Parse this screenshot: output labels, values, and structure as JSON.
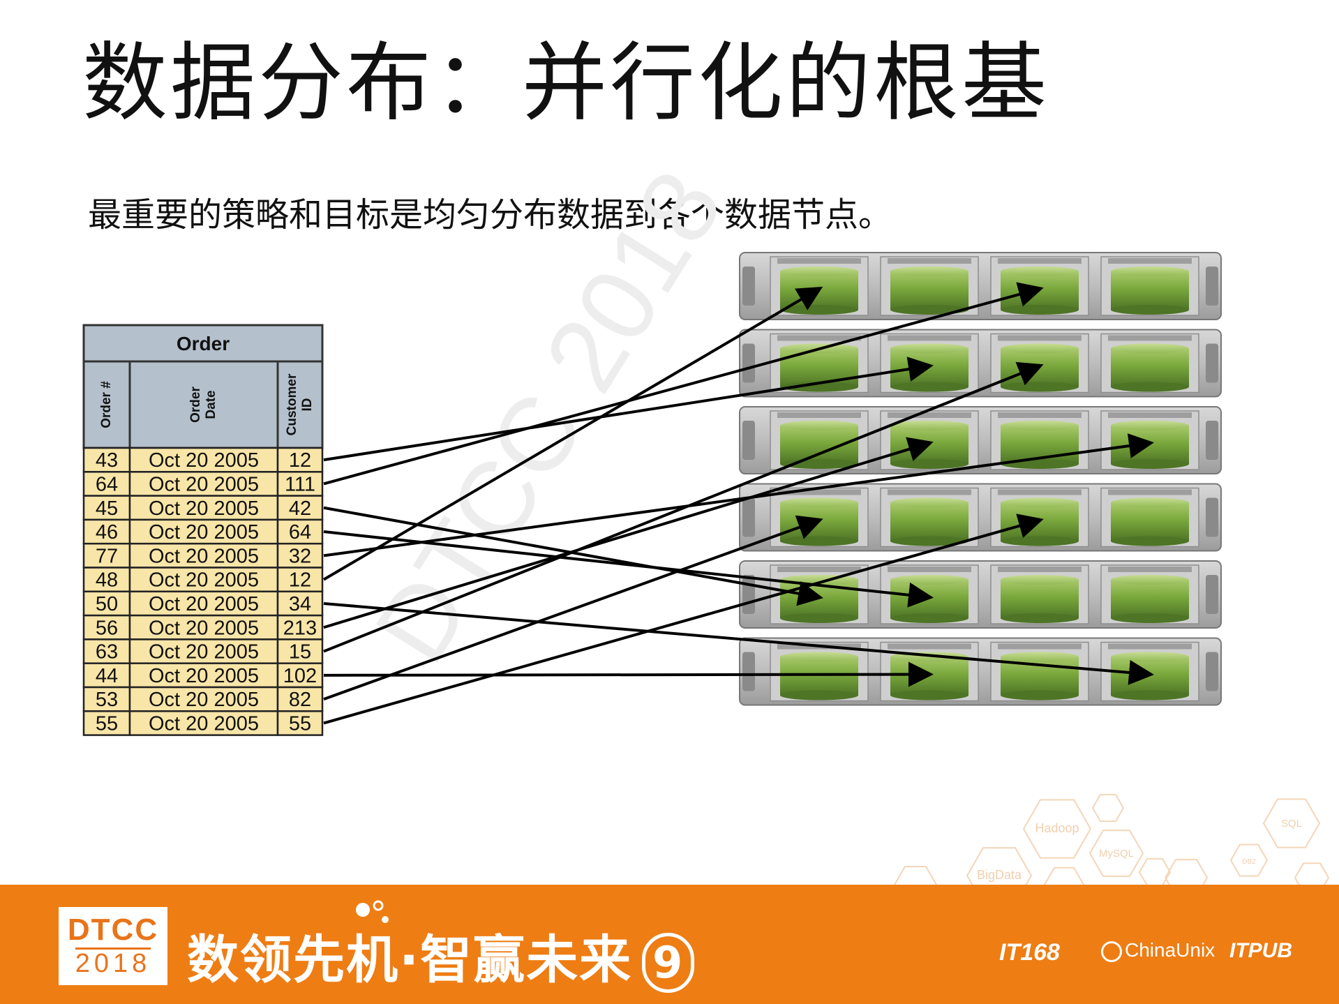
{
  "title": "数据分布：并行化的根基",
  "subtitle": "最重要的策略和目标是均匀分布数据到各个数据节点。",
  "table": {
    "name": "Order",
    "columns": [
      "Order #",
      "Order Date",
      "Customer ID"
    ],
    "rows": [
      [
        "43",
        "Oct 20 2005",
        "12"
      ],
      [
        "64",
        "Oct 20 2005",
        "111"
      ],
      [
        "45",
        "Oct 20 2005",
        "42"
      ],
      [
        "46",
        "Oct 20 2005",
        "64"
      ],
      [
        "77",
        "Oct 20 2005",
        "32"
      ],
      [
        "48",
        "Oct 20 2005",
        "12"
      ],
      [
        "50",
        "Oct 20 2005",
        "34"
      ],
      [
        "56",
        "Oct 20 2005",
        "213"
      ],
      [
        "63",
        "Oct 20 2005",
        "15"
      ],
      [
        "44",
        "Oct 20 2005",
        "102"
      ],
      [
        "53",
        "Oct 20 2005",
        "82"
      ],
      [
        "55",
        "Oct 20 2005",
        "55"
      ]
    ]
  },
  "cluster": {
    "servers": 6,
    "disks_per_server": 4
  },
  "mappings": [
    {
      "row": 0,
      "server": 1,
      "disk": 1
    },
    {
      "row": 1,
      "server": 0,
      "disk": 2
    },
    {
      "row": 2,
      "server": 4,
      "disk": 0
    },
    {
      "row": 3,
      "server": 4,
      "disk": 1
    },
    {
      "row": 4,
      "server": 2,
      "disk": 3
    },
    {
      "row": 5,
      "server": 0,
      "disk": 0
    },
    {
      "row": 6,
      "server": 5,
      "disk": 3
    },
    {
      "row": 7,
      "server": 2,
      "disk": 1
    },
    {
      "row": 8,
      "server": 1,
      "disk": 2
    },
    {
      "row": 9,
      "server": 5,
      "disk": 1
    },
    {
      "row": 10,
      "server": 3,
      "disk": 0
    },
    {
      "row": 11,
      "server": 3,
      "disk": 2
    }
  ],
  "watermark": "DTCC 2018",
  "background_tags": [
    "Hadoop",
    "MySQL",
    "BigData",
    "SQL",
    "DB2"
  ],
  "footer": {
    "logo_top": "DTCC",
    "logo_year": "2018",
    "slogan": "数领先机·智赢未来",
    "slogan_number": "9",
    "partners": [
      "IT168",
      "ChinaUnix",
      "ITPUB"
    ]
  },
  "colors": {
    "header_bg": "#b4c0cc",
    "row_bg": "#f8e5a8",
    "disk_green": "#7aa83c",
    "footer_bg": "#ee7d14",
    "arrow": "#000000"
  }
}
